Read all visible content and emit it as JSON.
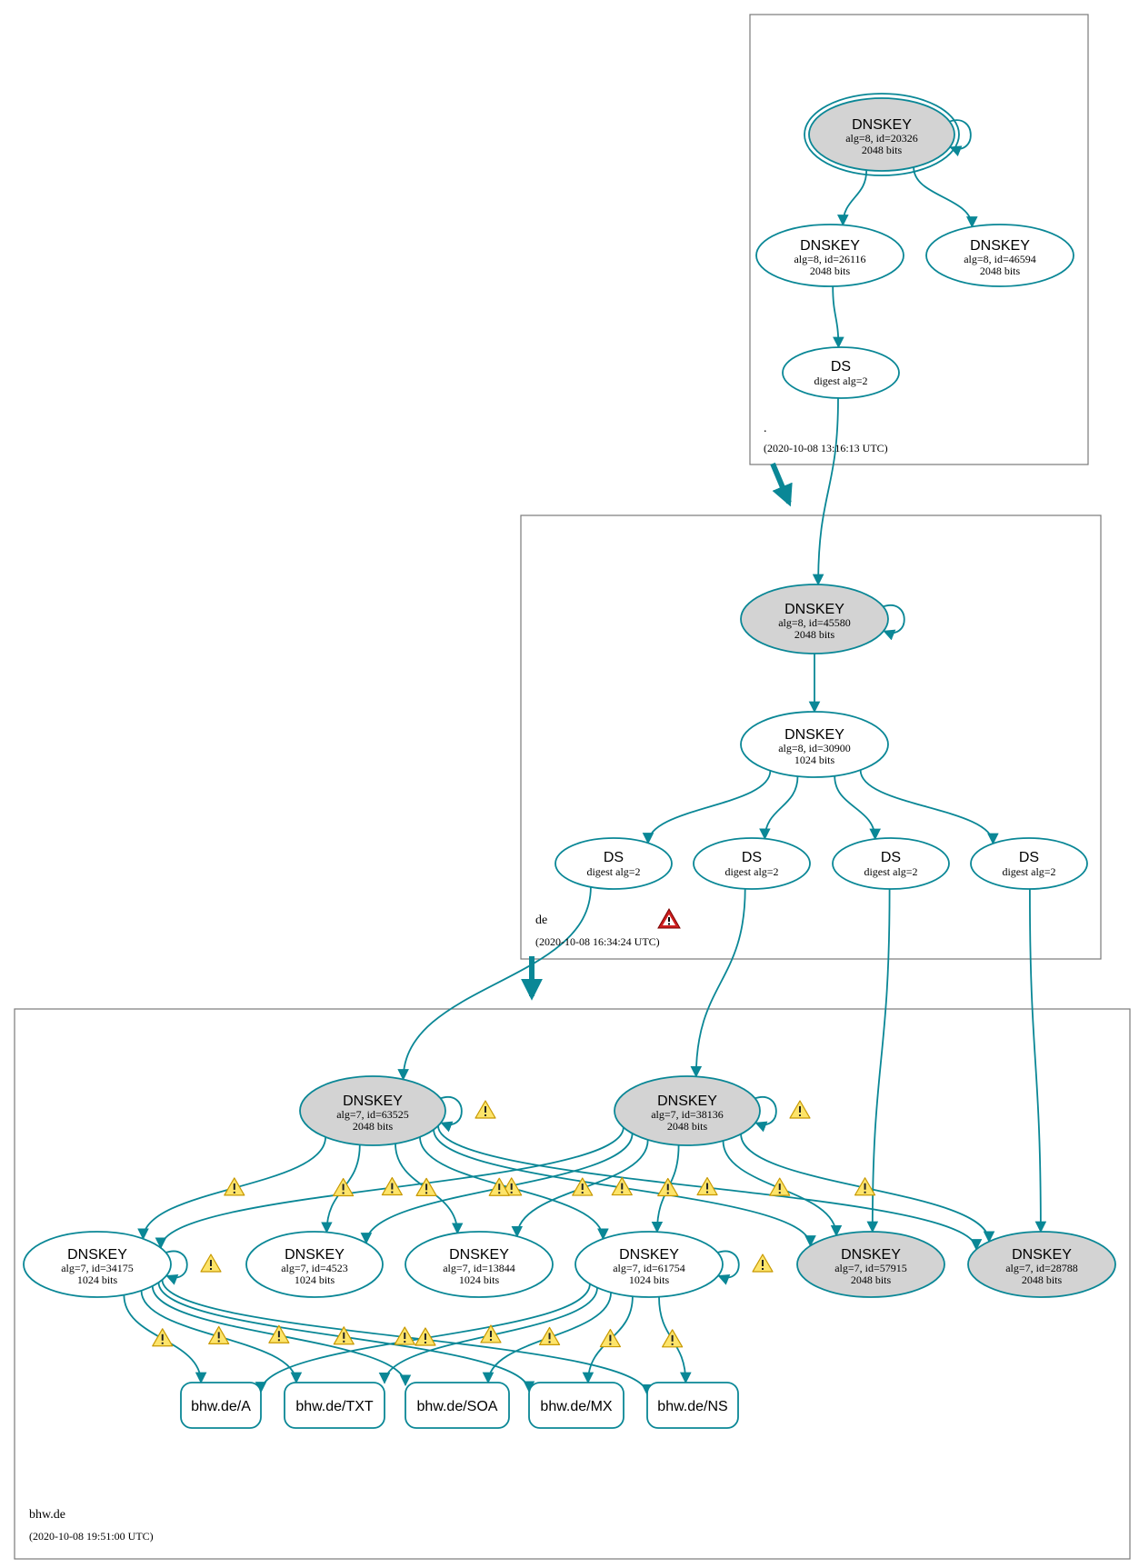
{
  "colors": {
    "edge": "#0a8796",
    "box": "#7a7a7a",
    "ksk_fill": "#d3d3d3",
    "zsk_fill": "#ffffff",
    "warning": "#f2c200",
    "error": "#cc1f1f"
  },
  "zones": [
    {
      "id": "root",
      "name": ".",
      "timestamp": "(2020-10-08 13:16:13 UTC)"
    },
    {
      "id": "de",
      "name": "de",
      "timestamp": "(2020-10-08 16:34:24 UTC)",
      "status_icon": "error-icon"
    },
    {
      "id": "bhw",
      "name": "bhw.de",
      "timestamp": "(2020-10-08 19:51:00 UTC)"
    }
  ],
  "nodes": [
    {
      "id": "root_ksk",
      "kind": "DNSKEY",
      "title": "DNSKEY",
      "line1": "alg=8, id=20326",
      "line2": "2048 bits",
      "ksk": true,
      "trust_anchor": true
    },
    {
      "id": "root_zsk1",
      "kind": "DNSKEY",
      "title": "DNSKEY",
      "line1": "alg=8, id=26116",
      "line2": "2048 bits"
    },
    {
      "id": "root_zsk2",
      "kind": "DNSKEY",
      "title": "DNSKEY",
      "line1": "alg=8, id=46594",
      "line2": "2048 bits"
    },
    {
      "id": "root_ds",
      "kind": "DS",
      "title": "DS",
      "line1": "digest alg=2"
    },
    {
      "id": "de_ksk",
      "kind": "DNSKEY",
      "title": "DNSKEY",
      "line1": "alg=8, id=45580",
      "line2": "2048 bits",
      "ksk": true
    },
    {
      "id": "de_zsk",
      "kind": "DNSKEY",
      "title": "DNSKEY",
      "line1": "alg=8, id=30900",
      "line2": "1024 bits"
    },
    {
      "id": "de_ds1",
      "kind": "DS",
      "title": "DS",
      "line1": "digest alg=2"
    },
    {
      "id": "de_ds2",
      "kind": "DS",
      "title": "DS",
      "line1": "digest alg=2"
    },
    {
      "id": "de_ds3",
      "kind": "DS",
      "title": "DS",
      "line1": "digest alg=2"
    },
    {
      "id": "de_ds4",
      "kind": "DS",
      "title": "DS",
      "line1": "digest alg=2"
    },
    {
      "id": "k63525",
      "kind": "DNSKEY",
      "title": "DNSKEY",
      "line1": "alg=7, id=63525",
      "line2": "2048 bits",
      "ksk": true
    },
    {
      "id": "k38136",
      "kind": "DNSKEY",
      "title": "DNSKEY",
      "line1": "alg=7, id=38136",
      "line2": "2048 bits",
      "ksk": true
    },
    {
      "id": "k34175",
      "kind": "DNSKEY",
      "title": "DNSKEY",
      "line1": "alg=7, id=34175",
      "line2": "1024 bits"
    },
    {
      "id": "k4523",
      "kind": "DNSKEY",
      "title": "DNSKEY",
      "line1": "alg=7, id=4523",
      "line2": "1024 bits"
    },
    {
      "id": "k13844",
      "kind": "DNSKEY",
      "title": "DNSKEY",
      "line1": "alg=7, id=13844",
      "line2": "1024 bits"
    },
    {
      "id": "k61754",
      "kind": "DNSKEY",
      "title": "DNSKEY",
      "line1": "alg=7, id=61754",
      "line2": "1024 bits"
    },
    {
      "id": "k57915",
      "kind": "DNSKEY",
      "title": "DNSKEY",
      "line1": "alg=7, id=57915",
      "line2": "2048 bits",
      "ksk": true
    },
    {
      "id": "k28788",
      "kind": "DNSKEY",
      "title": "DNSKEY",
      "line1": "alg=7, id=28788",
      "line2": "2048 bits",
      "ksk": true
    },
    {
      "id": "rr_a",
      "kind": "RRset",
      "title": "bhw.de/A"
    },
    {
      "id": "rr_txt",
      "kind": "RRset",
      "title": "bhw.de/TXT"
    },
    {
      "id": "rr_soa",
      "kind": "RRset",
      "title": "bhw.de/SOA"
    },
    {
      "id": "rr_mx",
      "kind": "RRset",
      "title": "bhw.de/MX"
    },
    {
      "id": "rr_ns",
      "kind": "RRset",
      "title": "bhw.de/NS"
    }
  ],
  "edges": [
    {
      "from": "root_ksk",
      "to": "root_ksk",
      "self": true
    },
    {
      "from": "root_ksk",
      "to": "root_zsk1"
    },
    {
      "from": "root_ksk",
      "to": "root_zsk2"
    },
    {
      "from": "root_zsk1",
      "to": "root_ds"
    },
    {
      "from": "root_ds",
      "to": "de_ksk"
    },
    {
      "from": "de_ksk",
      "to": "de_ksk",
      "self": true
    },
    {
      "from": "de_ksk",
      "to": "de_zsk"
    },
    {
      "from": "de_zsk",
      "to": "de_ds1"
    },
    {
      "from": "de_zsk",
      "to": "de_ds2"
    },
    {
      "from": "de_zsk",
      "to": "de_ds3"
    },
    {
      "from": "de_zsk",
      "to": "de_ds4"
    },
    {
      "from": "de_ds1",
      "to": "k63525"
    },
    {
      "from": "de_ds2",
      "to": "k38136"
    },
    {
      "from": "de_ds3",
      "to": "k57915"
    },
    {
      "from": "de_ds4",
      "to": "k28788"
    },
    {
      "from": "k63525",
      "to": "k63525",
      "self": true,
      "warning": true
    },
    {
      "from": "k38136",
      "to": "k38136",
      "self": true,
      "warning": true
    },
    {
      "from": "k34175",
      "to": "k34175",
      "self": true,
      "warning": true
    },
    {
      "from": "k61754",
      "to": "k61754",
      "self": true,
      "warning": true
    },
    {
      "from": "k63525",
      "to": "k34175",
      "warning": true
    },
    {
      "from": "k63525",
      "to": "k4523",
      "warning": true
    },
    {
      "from": "k63525",
      "to": "k13844",
      "warning": true
    },
    {
      "from": "k63525",
      "to": "k61754",
      "warning": true
    },
    {
      "from": "k63525",
      "to": "k57915",
      "warning": true
    },
    {
      "from": "k63525",
      "to": "k28788",
      "warning": true
    },
    {
      "from": "k38136",
      "to": "k34175",
      "warning": true
    },
    {
      "from": "k38136",
      "to": "k4523",
      "warning": true
    },
    {
      "from": "k38136",
      "to": "k13844",
      "warning": true
    },
    {
      "from": "k38136",
      "to": "k61754",
      "warning": true
    },
    {
      "from": "k38136",
      "to": "k57915",
      "warning": true
    },
    {
      "from": "k38136",
      "to": "k28788",
      "warning": true
    },
    {
      "from": "k34175",
      "to": "rr_a",
      "warning": true
    },
    {
      "from": "k34175",
      "to": "rr_txt",
      "warning": true
    },
    {
      "from": "k34175",
      "to": "rr_soa",
      "warning": true
    },
    {
      "from": "k34175",
      "to": "rr_mx",
      "warning": true
    },
    {
      "from": "k34175",
      "to": "rr_ns",
      "warning": true
    },
    {
      "from": "k61754",
      "to": "rr_a",
      "warning": true
    },
    {
      "from": "k61754",
      "to": "rr_txt",
      "warning": true
    },
    {
      "from": "k61754",
      "to": "rr_soa",
      "warning": true
    },
    {
      "from": "k61754",
      "to": "rr_mx",
      "warning": true
    },
    {
      "from": "k61754",
      "to": "rr_ns",
      "warning": true
    }
  ],
  "delegations": [
    {
      "from": "root",
      "to": "de"
    },
    {
      "from": "de",
      "to": "bhw"
    }
  ]
}
